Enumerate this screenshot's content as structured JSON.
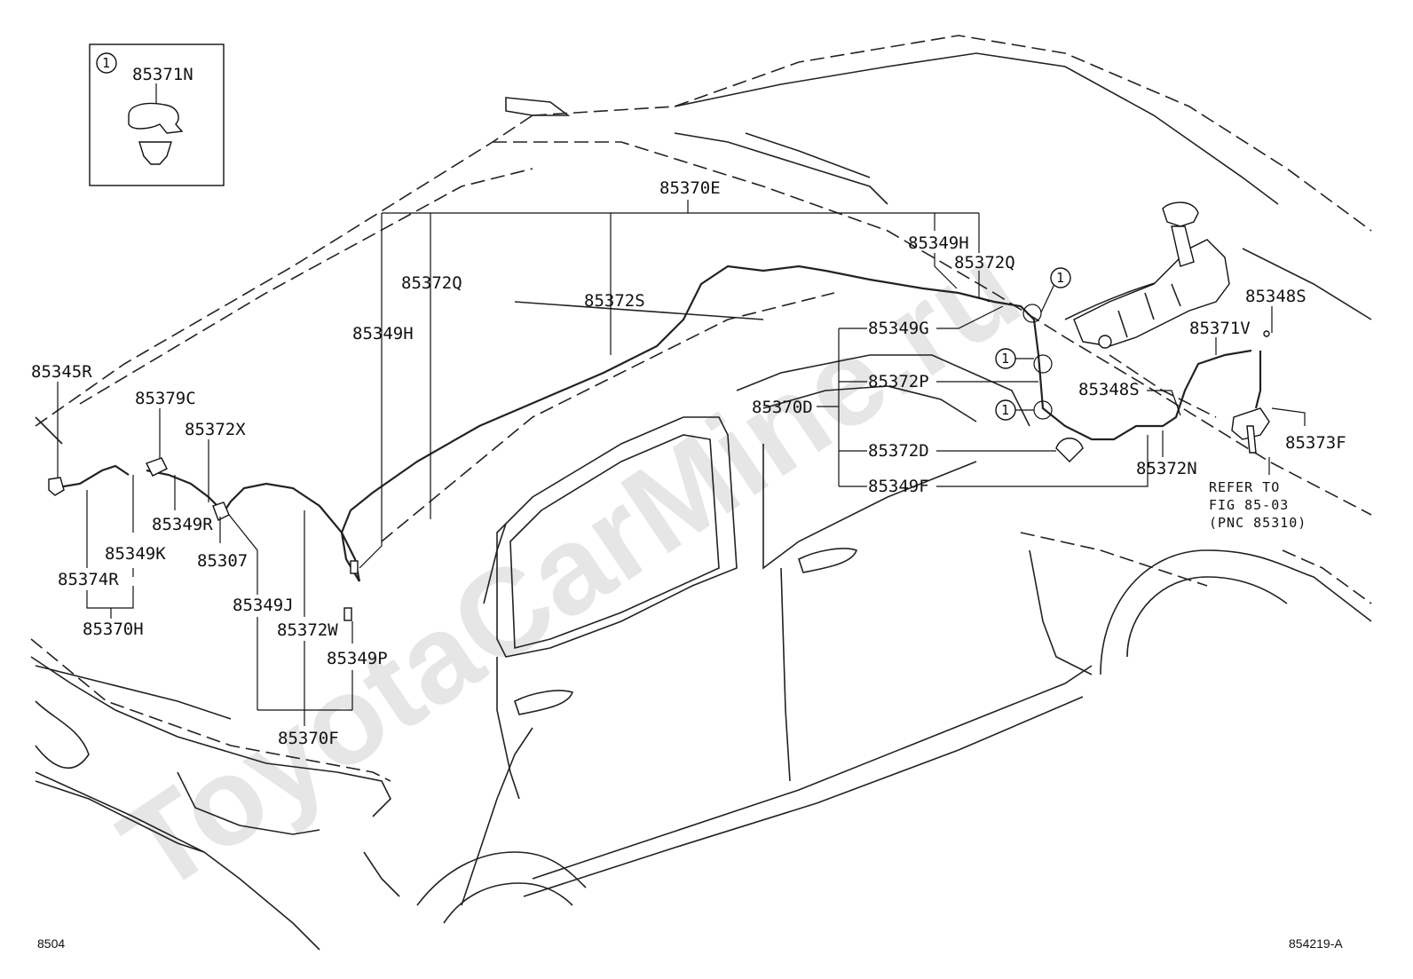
{
  "inset": {
    "marker": "1",
    "part": "85371N"
  },
  "labels": {
    "p85370E": "85370E",
    "p85372Q_left": "85372Q",
    "p85372S": "85372S",
    "p85349H_left": "85349H",
    "p85349H_right": "85349H",
    "p85372Q_right": "85372Q",
    "p85349G": "85349G",
    "p85372P": "85372P",
    "p85370D": "85370D",
    "p85372D": "85372D",
    "p85349F": "85349F",
    "p85348S_top": "85348S",
    "p85371V": "85371V",
    "p85348S_mid": "85348S",
    "p85373F": "85373F",
    "p85372N": "85372N",
    "p85345R": "85345R",
    "p85379C": "85379C",
    "p85372X": "85372X",
    "p85349R": "85349R",
    "p85349K": "85349K",
    "p85307": "85307",
    "p85374R": "85374R",
    "p85370H": "85370H",
    "p85349J": "85349J",
    "p85372W": "85372W",
    "p85349P": "85349P",
    "p85370F": "85370F"
  },
  "callouts": {
    "marker": "1"
  },
  "reference": {
    "line1": "REFER TO",
    "line2": "FIG 85-03",
    "line3": "(PNC 85310)"
  },
  "footer": {
    "left": "8504",
    "right": "854219-A"
  },
  "watermark": "ToyotaCarMine.ru"
}
